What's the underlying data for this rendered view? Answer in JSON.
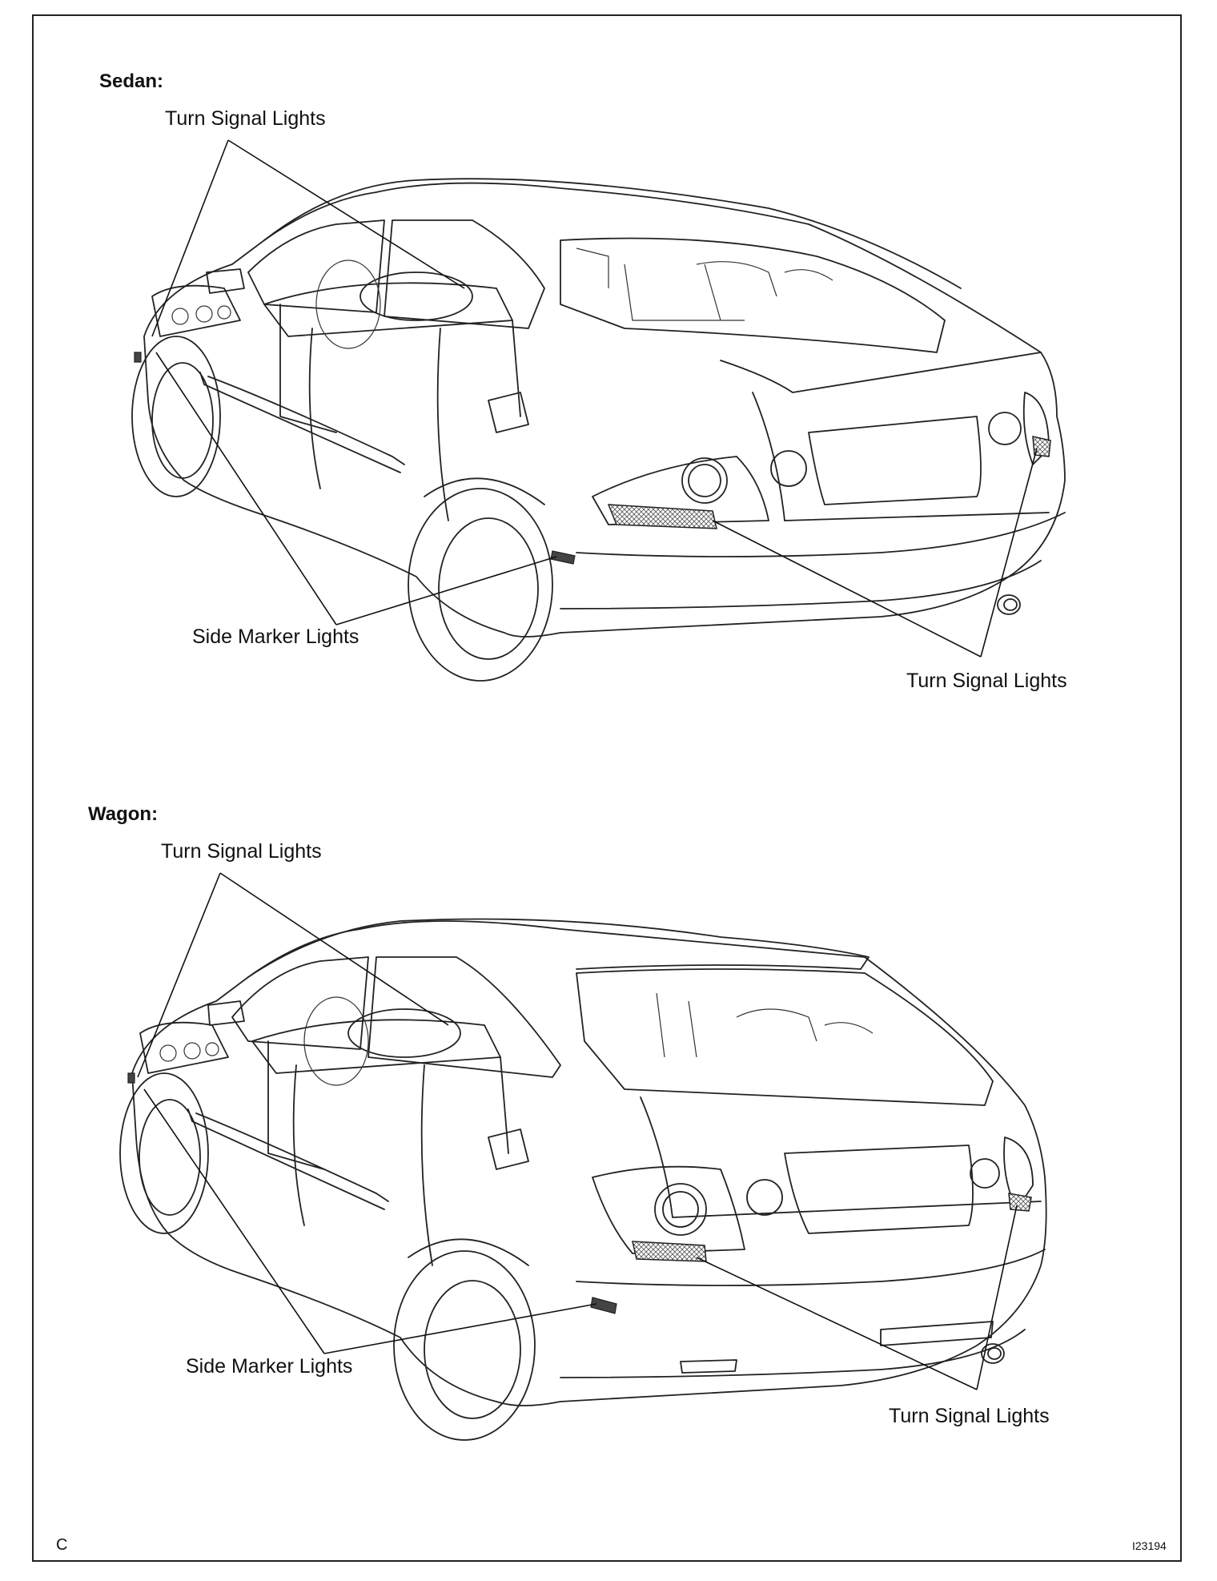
{
  "sedan": {
    "heading": "Sedan:",
    "label_front_turn": "Turn Signal Lights",
    "label_side_marker": "Side Marker Lights",
    "label_rear_turn": "Turn Signal Lights"
  },
  "wagon": {
    "heading": "Wagon:",
    "label_front_turn": "Turn Signal Lights",
    "label_side_marker": "Side Marker Lights",
    "label_rear_turn": "Turn Signal Lights"
  },
  "footer": {
    "corner_letter": "C",
    "figure_code": "I23194"
  }
}
